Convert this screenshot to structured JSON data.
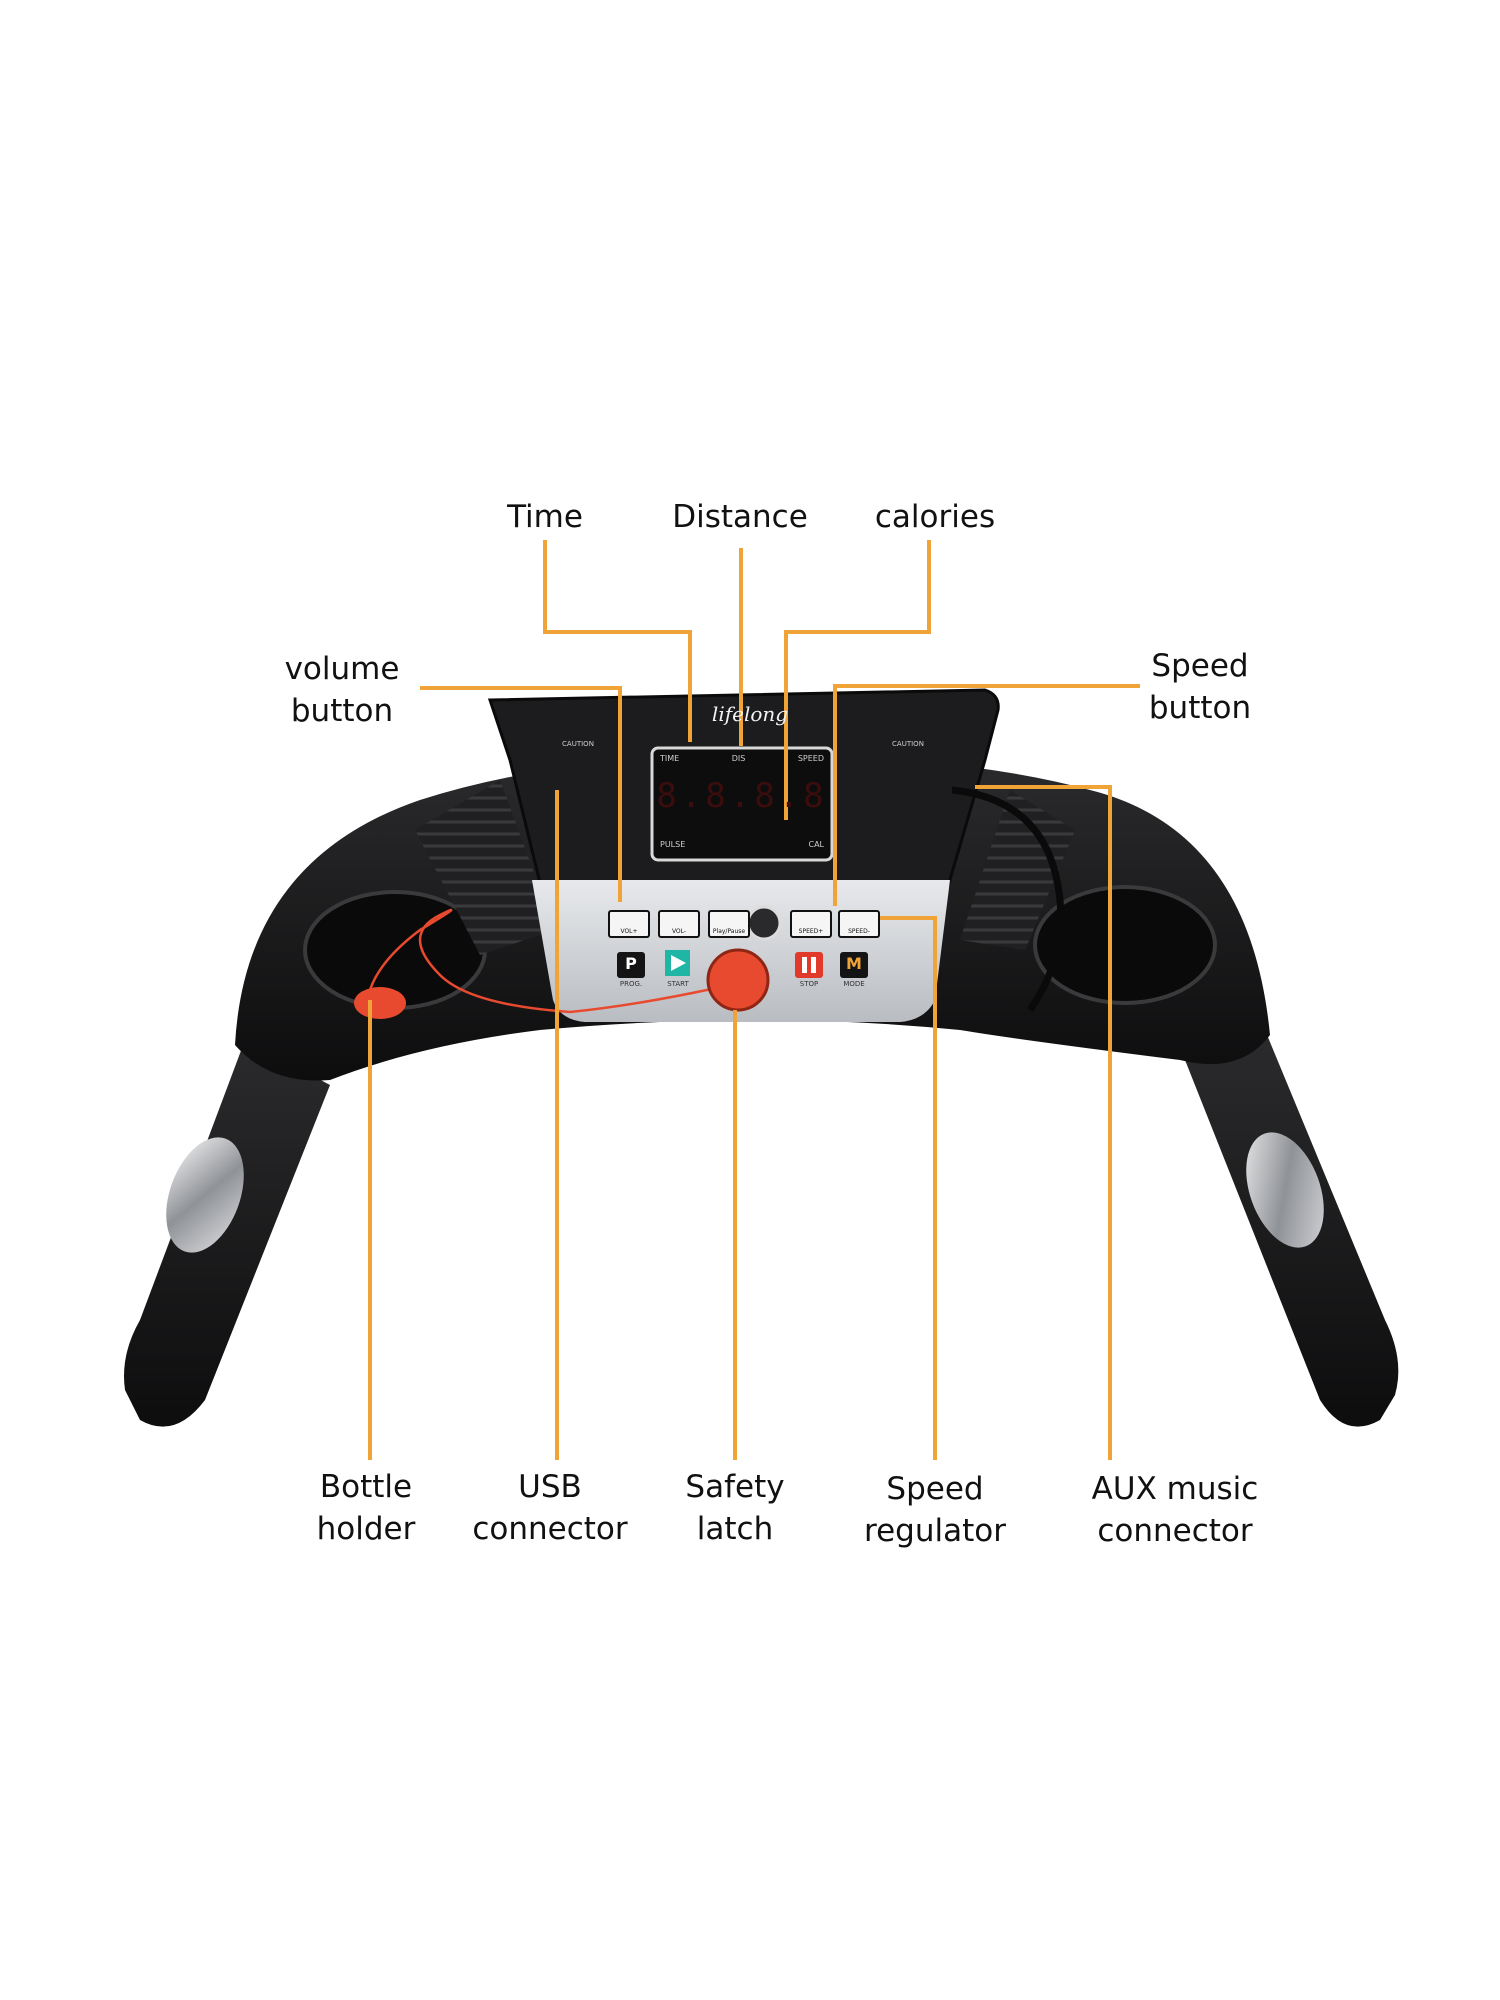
{
  "colors": {
    "background": "#ffffff",
    "leader": "#f0a437",
    "body": "#141414",
    "panel": "#1c1c1e",
    "panel_silver": "#d2d4d7",
    "safety_key": "#e84a2f",
    "stop_button": "#e23a2a",
    "start_button": "#1fb6a6"
  },
  "labels": {
    "time": {
      "line1": "Time"
    },
    "distance": {
      "line1": "Distance"
    },
    "calories": {
      "line1": "calories"
    },
    "volume": {
      "line1": "volume",
      "line2": "button"
    },
    "speed_button": {
      "line1": "Speed",
      "line2": "button"
    },
    "bottle": {
      "line1": "Bottle",
      "line2": "holder"
    },
    "usb": {
      "line1": "USB",
      "line2": "connector"
    },
    "safety": {
      "line1": "Safety",
      "line2": "latch"
    },
    "speed_regulator": {
      "line1": "Speed",
      "line2": "regulator"
    },
    "aux": {
      "line1": "AUX music",
      "line2": "connector"
    }
  },
  "console": {
    "brand": "lifelong",
    "display": {
      "digits": "8.8.8.8",
      "top_labels": [
        "TIME",
        "DIS",
        "SPEED"
      ],
      "bottom_labels": [
        "PULSE",
        "CAL"
      ]
    },
    "caution_title": "CAUTION",
    "media_buttons": [
      "VOL+",
      "VOL-",
      "Play/Pause"
    ],
    "speed_buttons": [
      "SPEED+",
      "SPEED-"
    ],
    "control_buttons": {
      "prog": {
        "icon": "P",
        "label": "PROG."
      },
      "start": {
        "label": "START"
      },
      "stop": {
        "label": "STOP"
      },
      "mode": {
        "icon": "M",
        "label": "MODE"
      }
    }
  }
}
